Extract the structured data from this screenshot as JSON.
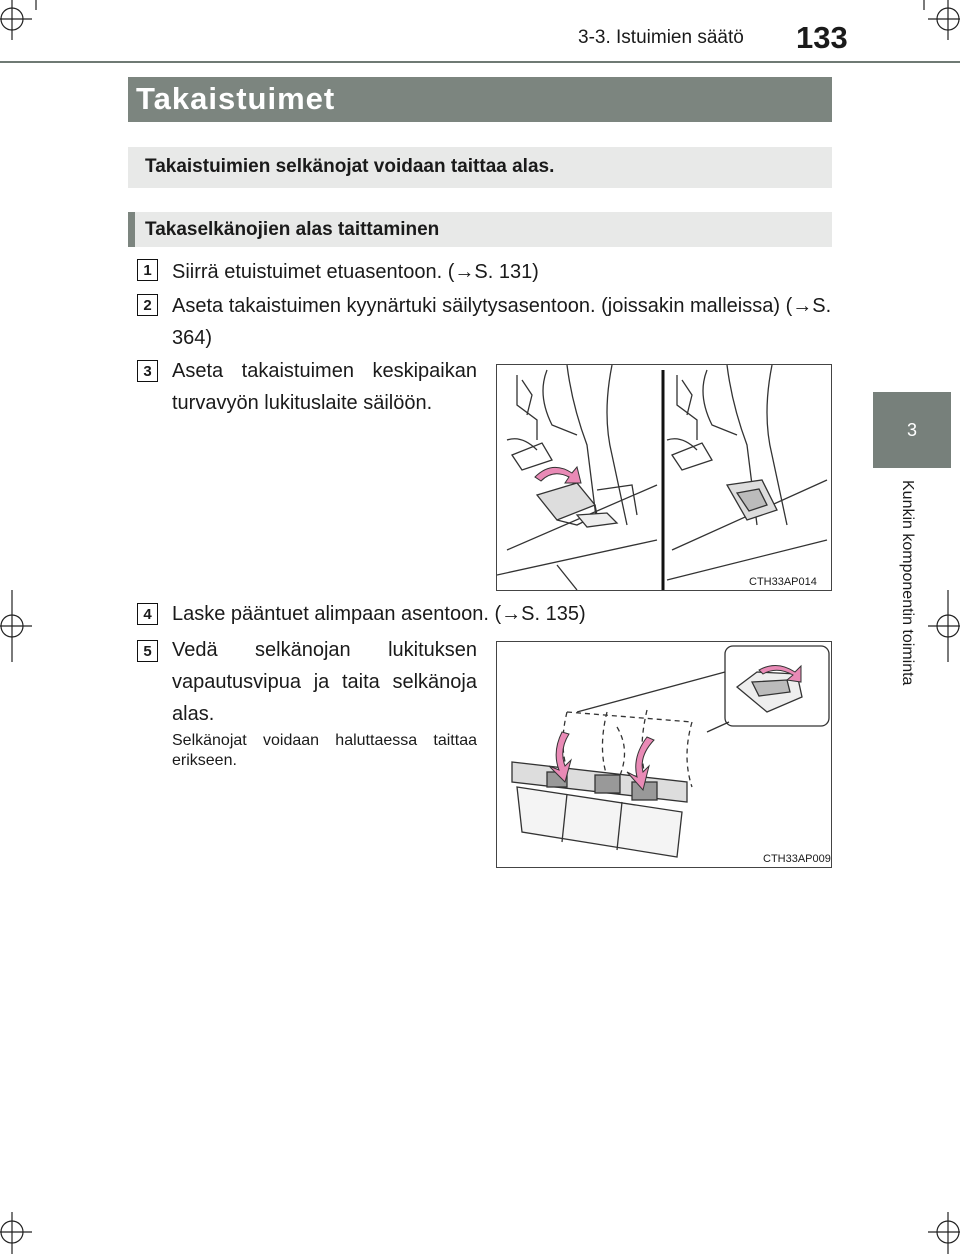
{
  "header": {
    "chapter_label": "3-3. Istuimien säätö",
    "page_number": "133"
  },
  "side_tab": {
    "number": "3",
    "label": "Kunkin komponentin toiminta"
  },
  "title": "Takaistuimet",
  "intro": "Takaistuimien selkänojat voidaan taittaa alas.",
  "subheading": "Takaselkänojien alas taittaminen",
  "steps": [
    {
      "num": "1",
      "text": "Siirrä etuistuimet etuasentoon. (→S. 131)"
    },
    {
      "num": "2",
      "text": "Aseta takaistuimen kyynärtuki säilytysasentoon. (joissakin malleissa) (→S. 364)"
    },
    {
      "num": "3",
      "text": "Aseta takaistuimen keskipaikan turvavyön lukituslaite säilöön."
    },
    {
      "num": "4",
      "text": "Laske pääntuet alimpaan asentoon. (→S. 135)"
    },
    {
      "num": "5",
      "text": "Vedä selkänojan lukituksen vapautusvipua ja taita selkänoja alas."
    }
  ],
  "note": "Selkänojat voidaan haluttaessa taittaa erikseen.",
  "figures": [
    {
      "code": "CTH33AP014"
    },
    {
      "code": "CTH33AP009"
    }
  ],
  "colors": {
    "bar_gray": "#7c857f",
    "box_gray": "#e8e9e8",
    "arrow_pink": "#e98ab6"
  }
}
